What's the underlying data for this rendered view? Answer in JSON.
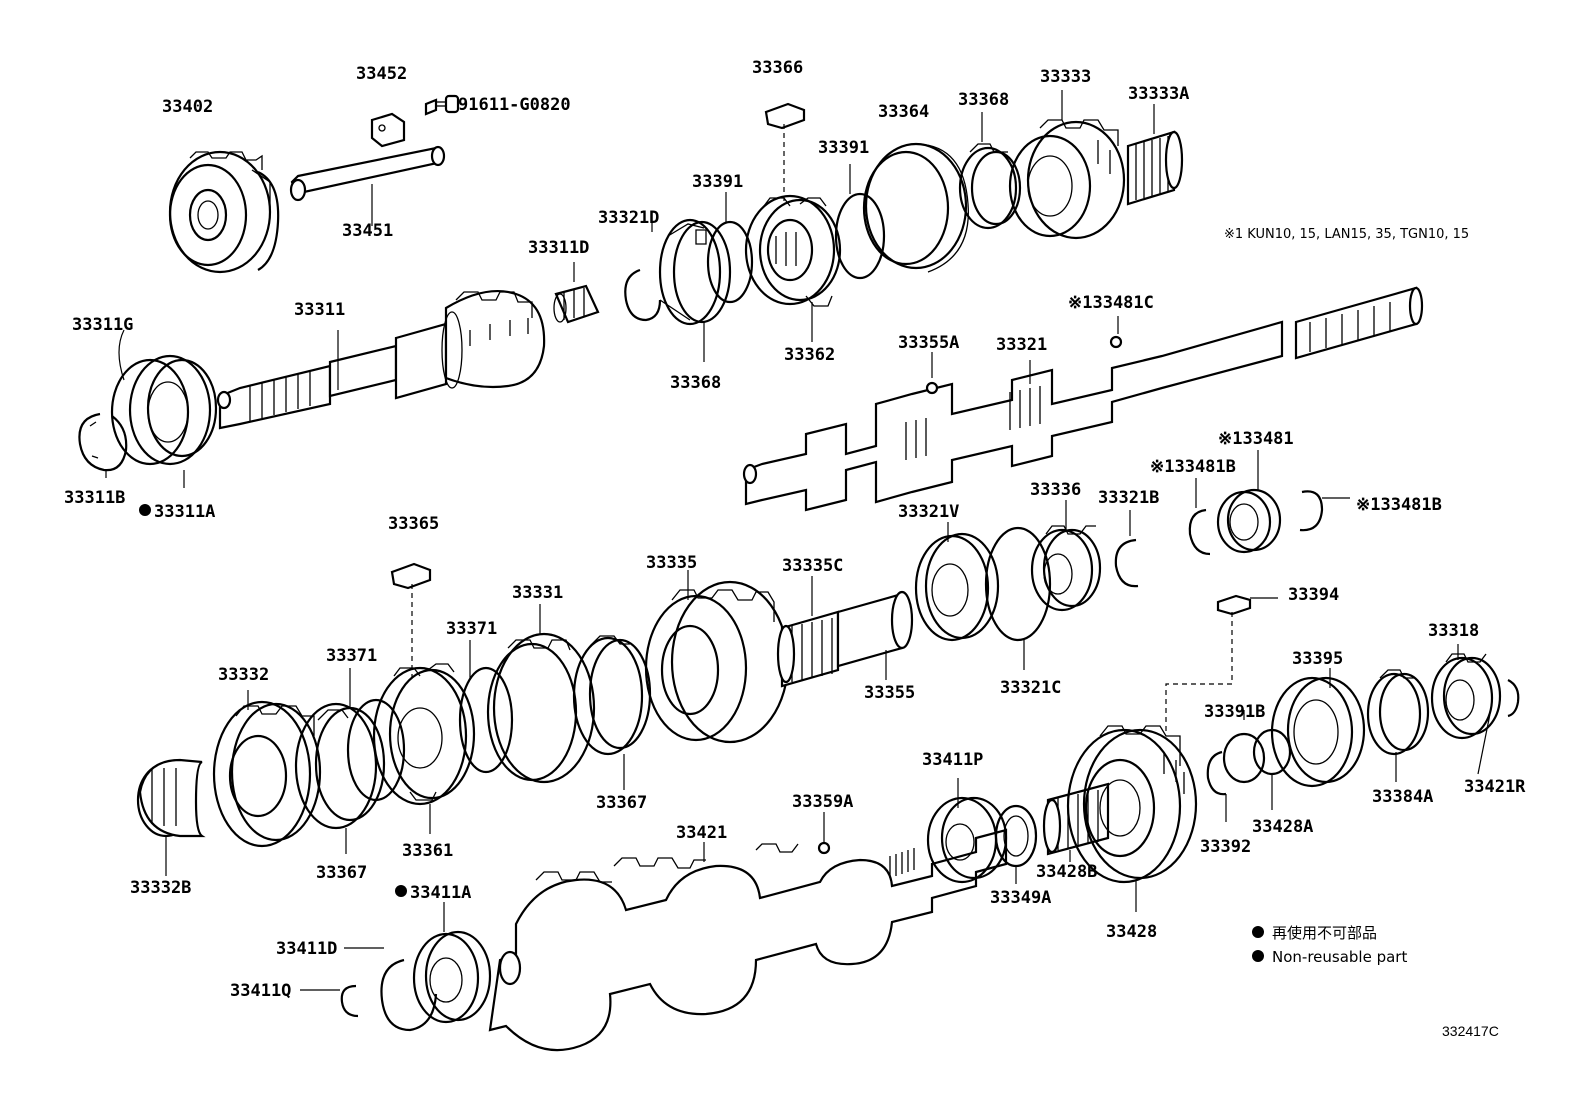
{
  "diagram": {
    "labels": [
      {
        "id": "p33402",
        "text": "33402"
      },
      {
        "id": "p33452",
        "text": "33452"
      },
      {
        "id": "p91611",
        "text": "91611-G0820"
      },
      {
        "id": "p33451",
        "text": "33451"
      },
      {
        "id": "p33366",
        "text": "33366"
      },
      {
        "id": "p33364",
        "text": "33364"
      },
      {
        "id": "p33368a",
        "text": "33368"
      },
      {
        "id": "p33333",
        "text": "33333"
      },
      {
        "id": "p33333A",
        "text": "33333A"
      },
      {
        "id": "p33391a",
        "text": "33391"
      },
      {
        "id": "p33391b",
        "text": "33391"
      },
      {
        "id": "p33321D",
        "text": "33321D"
      },
      {
        "id": "p33311D",
        "text": "33311D"
      },
      {
        "id": "p33311",
        "text": "33311"
      },
      {
        "id": "p33311G",
        "text": "33311G"
      },
      {
        "id": "p33368b",
        "text": "33368"
      },
      {
        "id": "p33362",
        "text": "33362"
      },
      {
        "id": "p33481C",
        "text": "※133481C"
      },
      {
        "id": "p33355A",
        "text": "33355A"
      },
      {
        "id": "p33321",
        "text": "33321"
      },
      {
        "id": "p33311B",
        "text": "33311B"
      },
      {
        "id": "p33311A",
        "text": "33311A"
      },
      {
        "id": "p33481",
        "text": "※133481"
      },
      {
        "id": "p33481B1",
        "text": "※133481B"
      },
      {
        "id": "p33481B2",
        "text": "※133481B"
      },
      {
        "id": "p33365",
        "text": "33365"
      },
      {
        "id": "p33336",
        "text": "33336"
      },
      {
        "id": "p33321V",
        "text": "33321V"
      },
      {
        "id": "p33321B",
        "text": "33321B"
      },
      {
        "id": "p33335",
        "text": "33335"
      },
      {
        "id": "p33335C",
        "text": "33335C"
      },
      {
        "id": "p33331",
        "text": "33331"
      },
      {
        "id": "p33371a",
        "text": "33371"
      },
      {
        "id": "p33371b",
        "text": "33371"
      },
      {
        "id": "p33332",
        "text": "33332"
      },
      {
        "id": "p33394",
        "text": "33394"
      },
      {
        "id": "p33318",
        "text": "33318"
      },
      {
        "id": "p33395",
        "text": "33395"
      },
      {
        "id": "p33355",
        "text": "33355"
      },
      {
        "id": "p33321C",
        "text": "33321C"
      },
      {
        "id": "p33391B",
        "text": "33391B"
      },
      {
        "id": "p33384A",
        "text": "33384A"
      },
      {
        "id": "p33421R",
        "text": "33421R"
      },
      {
        "id": "p33367a",
        "text": "33367"
      },
      {
        "id": "p33411P",
        "text": "33411P"
      },
      {
        "id": "p33359A",
        "text": "33359A"
      },
      {
        "id": "p33421",
        "text": "33421"
      },
      {
        "id": "p33428A",
        "text": "33428A"
      },
      {
        "id": "p33392",
        "text": "33392"
      },
      {
        "id": "p33332B",
        "text": "33332B"
      },
      {
        "id": "p33361",
        "text": "33361"
      },
      {
        "id": "p33367b",
        "text": "33367"
      },
      {
        "id": "p33428B",
        "text": "33428B"
      },
      {
        "id": "p33349A",
        "text": "33349A"
      },
      {
        "id": "p33411A",
        "text": "33411A"
      },
      {
        "id": "p33411D",
        "text": "33411D"
      },
      {
        "id": "p33428",
        "text": "33428"
      },
      {
        "id": "p33411Q",
        "text": "33411Q"
      }
    ],
    "applicability_note": "※1 KUN10, 15, LAN15, 35, TGN10, 15",
    "legend": {
      "jp": "再使用不可部品",
      "en": "Non-reusable part"
    },
    "figure_code": "332417C"
  }
}
